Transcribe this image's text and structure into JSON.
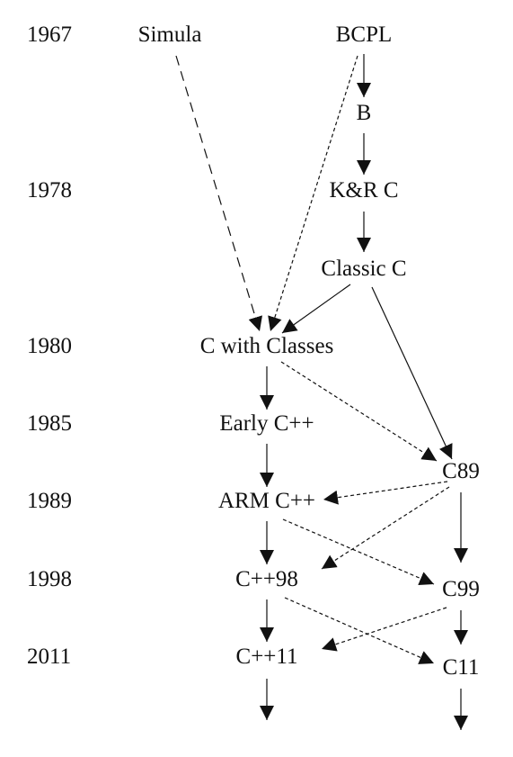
{
  "years": [
    "1967",
    "1978",
    "1980",
    "1985",
    "1989",
    "1998",
    "2011"
  ],
  "nodes": {
    "simula": "Simula",
    "bcpl": "BCPL",
    "b": "B",
    "kr_c": "K&R C",
    "classic_c": "Classic C",
    "c_with_classes": "C with Classes",
    "early_cpp": "Early C++",
    "c89": "C89",
    "arm_cpp": "ARM C++",
    "cpp98": "C++98",
    "c99": "C99",
    "cpp11": "C++11",
    "c11": "C11"
  },
  "edges": [
    {
      "from": "bcpl",
      "to": "b",
      "style": "solid"
    },
    {
      "from": "b",
      "to": "kr_c",
      "style": "solid"
    },
    {
      "from": "kr_c",
      "to": "classic_c",
      "style": "solid"
    },
    {
      "from": "simula",
      "to": "c_with_classes",
      "style": "dashed"
    },
    {
      "from": "bcpl",
      "to": "c_with_classes",
      "style": "dotted"
    },
    {
      "from": "classic_c",
      "to": "c_with_classes",
      "style": "solid"
    },
    {
      "from": "classic_c",
      "to": "c89",
      "style": "solid"
    },
    {
      "from": "c_with_classes",
      "to": "early_cpp",
      "style": "solid"
    },
    {
      "from": "c_with_classes",
      "to": "c89",
      "style": "dotted"
    },
    {
      "from": "early_cpp",
      "to": "arm_cpp",
      "style": "solid"
    },
    {
      "from": "c89",
      "to": "arm_cpp",
      "style": "dotted"
    },
    {
      "from": "c89",
      "to": "cpp98",
      "style": "dotted"
    },
    {
      "from": "c89",
      "to": "c99",
      "style": "solid"
    },
    {
      "from": "arm_cpp",
      "to": "cpp98",
      "style": "solid"
    },
    {
      "from": "arm_cpp",
      "to": "c99",
      "style": "dotted"
    },
    {
      "from": "cpp98",
      "to": "cpp11",
      "style": "solid"
    },
    {
      "from": "cpp98",
      "to": "c11",
      "style": "dotted"
    },
    {
      "from": "c99",
      "to": "cpp11",
      "style": "dotted"
    },
    {
      "from": "c99",
      "to": "c11",
      "style": "solid"
    },
    {
      "from": "cpp11",
      "to": "",
      "style": "solid"
    },
    {
      "from": "c11",
      "to": "",
      "style": "solid"
    }
  ]
}
